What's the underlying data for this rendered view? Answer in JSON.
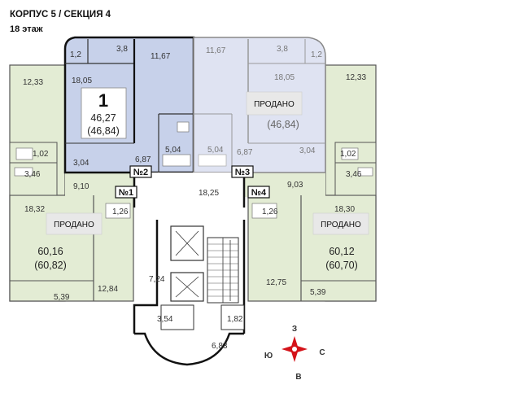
{
  "header": {
    "title": "КОРПУС 5 / СЕКЦИЯ 4",
    "floor": "18 этаж"
  },
  "apartments": {
    "apt1": {
      "number": "1",
      "area_living": "46,27",
      "area_total": "(46,84)",
      "status_color": "#c7d1ea",
      "rooms": {
        "wc": "1,2",
        "bath": "3,8",
        "room": "11,67",
        "kitchen": "18,05",
        "hall": "3,04",
        "corridor": "6,87",
        "bath2": "5,04"
      }
    },
    "apt2": {
      "area_total": "(46,84)",
      "sold_label": "ПРОДАНО",
      "rooms": {
        "room": "11,67",
        "bath": "3,8",
        "wc": "1,2",
        "kitchen": "18,05",
        "hall": "3,04",
        "corridor": "6,87",
        "bath2": "5,04"
      }
    },
    "apt3": {
      "rooms": {
        "kitchen": "12,33",
        "wc": "1,02",
        "bath": "3,46",
        "room": "18,32",
        "corridor": "9,10",
        "balcony": "1,26",
        "loggia": "5,39",
        "room2": "12,84"
      },
      "area_living": "60,16",
      "area_total": "(60,82)",
      "sold_label": "ПРОДАНО"
    },
    "apt4": {
      "rooms": {
        "kitchen": "12,33",
        "wc": "1,02",
        "bath": "3,46",
        "room": "18,30",
        "corridor": "9,03",
        "balcony": "1,26",
        "loggia": "5,39",
        "room2": "12,75"
      },
      "area_living": "60,12",
      "area_total": "(60,70)",
      "sold_label": "ПРОДАНО"
    }
  },
  "common": {
    "hall": "18,25",
    "lift_hall": "7,24",
    "stair_small": "3,54",
    "stair_small2": "1,82",
    "bottom": "6,83"
  },
  "markers": {
    "n1": "№1",
    "n2": "№2",
    "n3": "№3",
    "n4": "№4"
  },
  "compass": {
    "north": "З",
    "south": "В",
    "west": "Ю",
    "east": "С"
  },
  "colors": {
    "available": "#c7d1ea",
    "sold": "#dfe3f2",
    "green": "#e3ecd4",
    "wall": "#111111",
    "red": "#d4131a"
  }
}
